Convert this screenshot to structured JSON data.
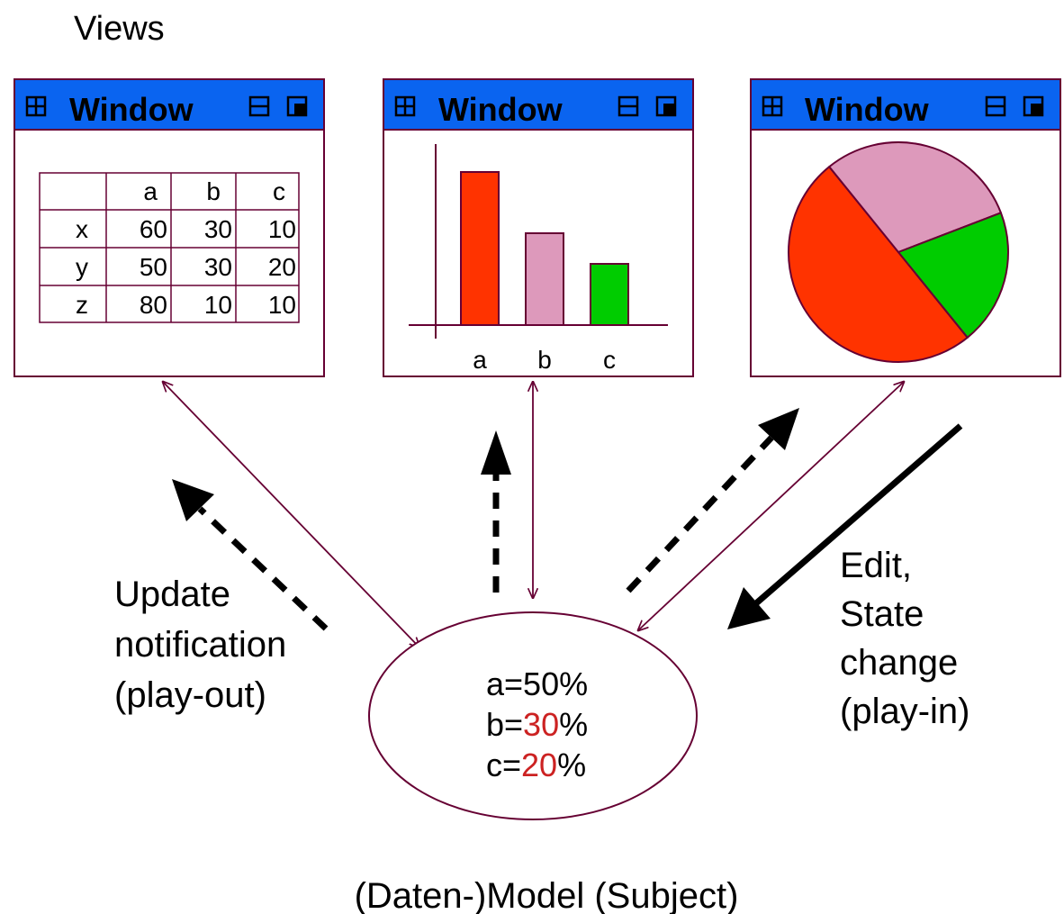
{
  "views_label": "Views",
  "windows": [
    {
      "title": "Window"
    },
    {
      "title": "Window"
    },
    {
      "title": "Window"
    }
  ],
  "table": {
    "headers": [
      "",
      "a",
      "b",
      "c"
    ],
    "rows": [
      [
        "x",
        "60",
        "30",
        "10"
      ],
      [
        "y",
        "50",
        "30",
        "20"
      ],
      [
        "z",
        "80",
        "10",
        "10"
      ]
    ]
  },
  "chart_data": [
    {
      "type": "bar",
      "categories": [
        "a",
        "b",
        "c"
      ],
      "values": [
        50,
        30,
        20
      ],
      "colors": [
        "#ff3300",
        "#dd99bb",
        "#00cc00"
      ]
    },
    {
      "type": "pie",
      "categories": [
        "a",
        "b",
        "c"
      ],
      "values": [
        50,
        30,
        20
      ],
      "colors": [
        "#ff3300",
        "#dd99bb",
        "#00cc00"
      ]
    }
  ],
  "model": {
    "lines": [
      {
        "prefix": "a=",
        "value": "50",
        "suffix": "%",
        "value_color": "#000000"
      },
      {
        "prefix": "b=",
        "value": "30",
        "suffix": "%",
        "value_color": "#cc2222"
      },
      {
        "prefix": "c=",
        "value": "20",
        "suffix": "%",
        "value_color": "#cc2222"
      }
    ],
    "caption": "(Daten-)Model (Subject)"
  },
  "left_label": [
    "Update",
    "notification",
    "(play-out)"
  ],
  "right_label": [
    "Edit,",
    "State",
    "change",
    "(play-in)"
  ],
  "colors": {
    "titlebar": "#0a64f0",
    "border": "#660033",
    "text": "#000000"
  }
}
